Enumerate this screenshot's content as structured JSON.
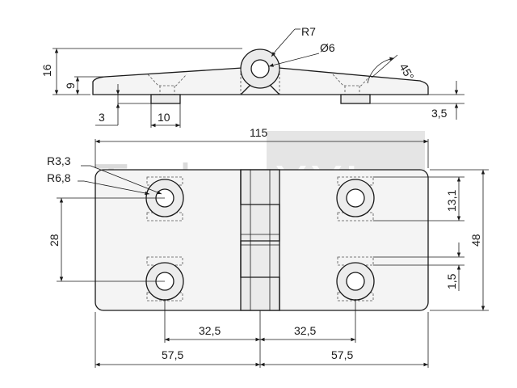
{
  "watermark": {
    "left": "Tech",
    "right": "XXL"
  },
  "dimensions": {
    "overall_length": "115",
    "height_total": "16",
    "height_leaf": "9",
    "offset_3": "3",
    "width_10": "10",
    "thickness_3_5": "3,5",
    "knuckle_radius": "R7",
    "pin_diameter": "Ø6",
    "chamfer_angle": "45°",
    "hole_radius": "R3,3",
    "boss_radius": "R6,8",
    "hole_pitch_vertical": "28",
    "offset_13_1": "13,1",
    "width_48": "48",
    "offset_1_5": "1,5",
    "half_pitch_left": "32,5",
    "half_pitch_right": "32,5",
    "half_length_left": "57,5",
    "half_length_right": "57,5"
  }
}
